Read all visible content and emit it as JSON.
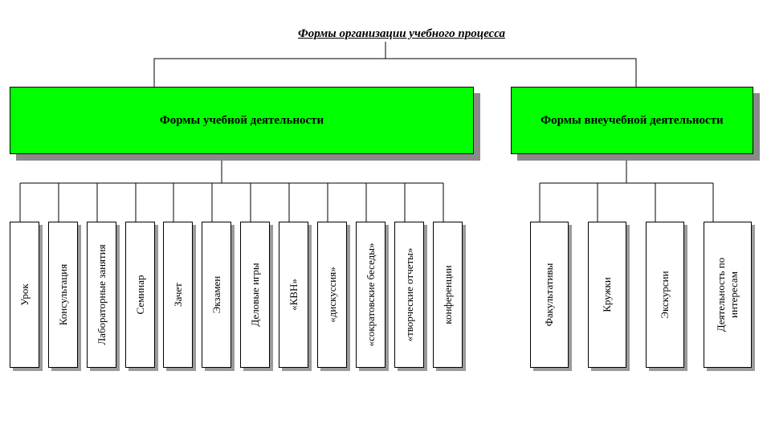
{
  "title": "Формы организации учебного процесса",
  "groups": [
    {
      "label": "Формы учебной деятельности",
      "items": [
        "Урок",
        "Консультация",
        "Лабораторные занятия",
        "Семинар",
        "Зачет",
        "Экзамен",
        "Деловые игры",
        "«КВН»",
        "«дискуссия»",
        "«сократовские беседы»",
        "«творческие отчеты»",
        "конференции"
      ]
    },
    {
      "label": "Формы внеучебной деятельности",
      "items": [
        "Факультативы",
        "Кружки",
        "Экскурсии",
        "Деятельность по интересам"
      ]
    }
  ]
}
